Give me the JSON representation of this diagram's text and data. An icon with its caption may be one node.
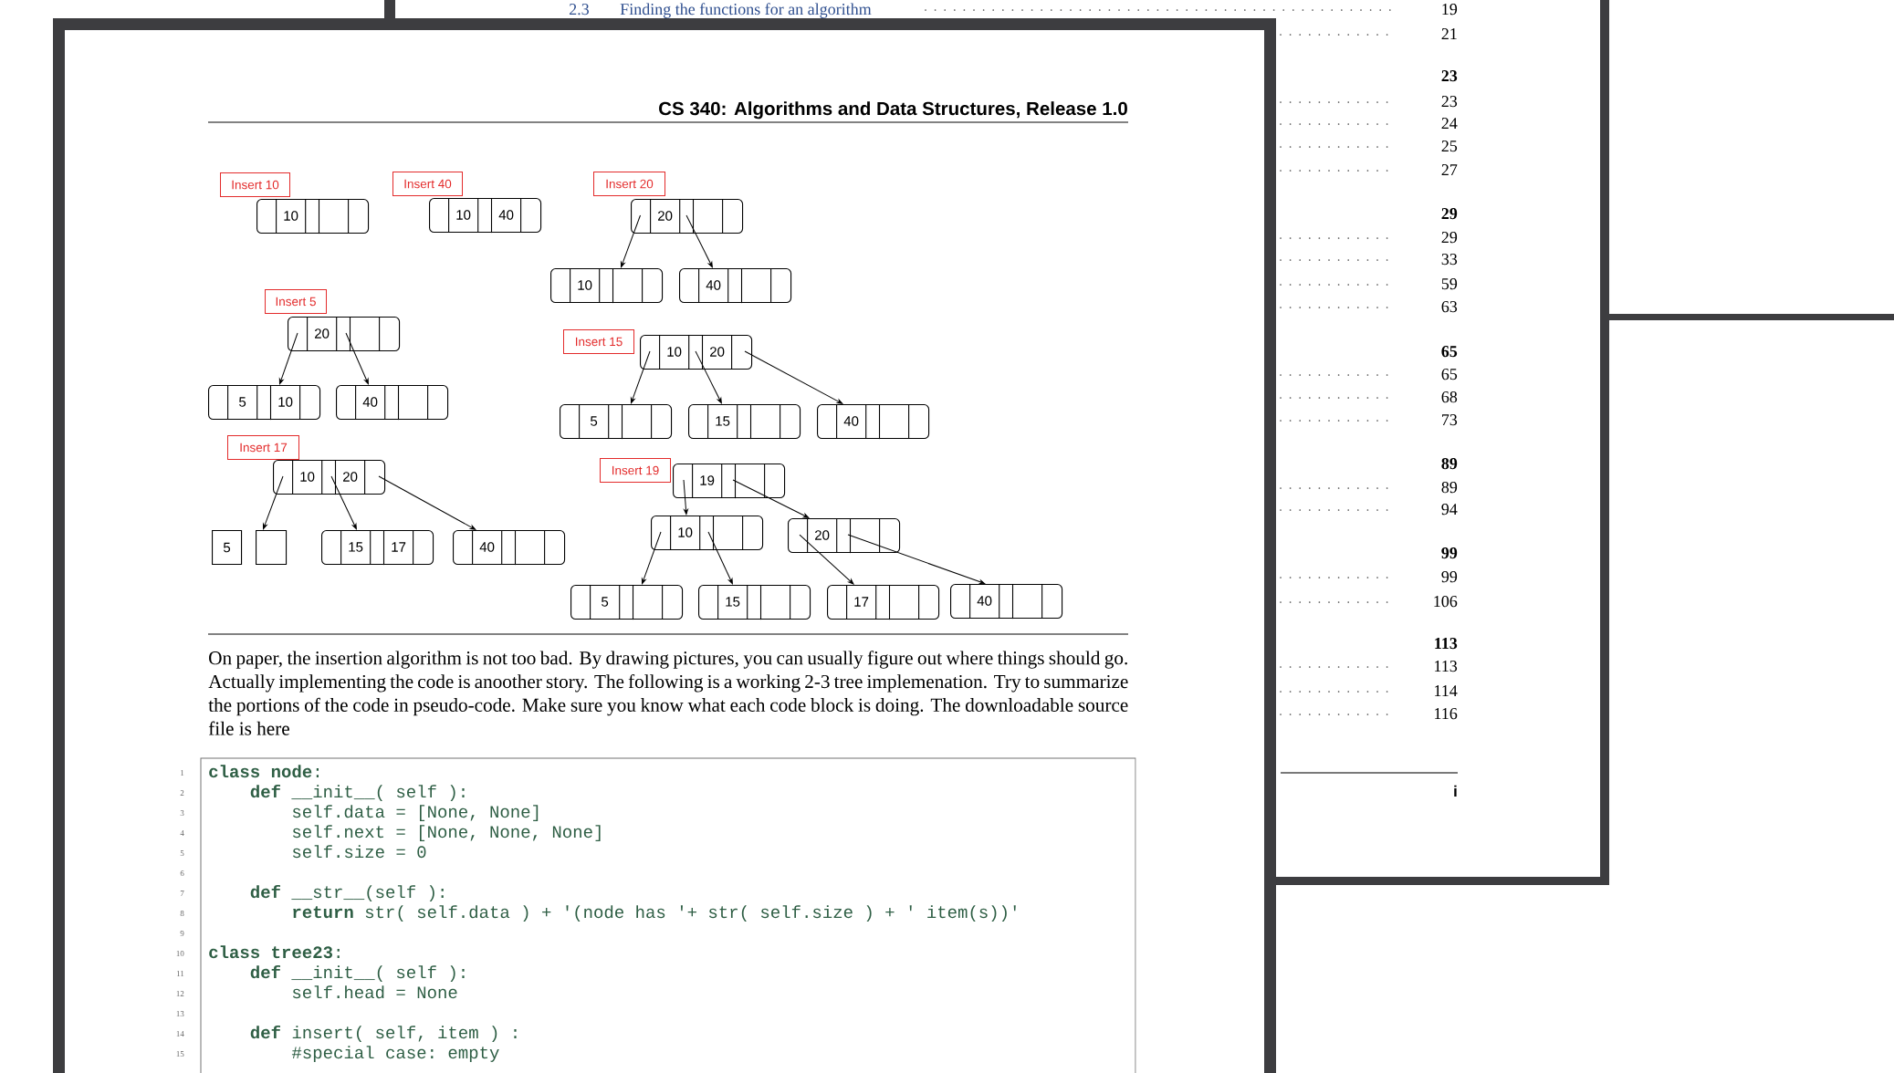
{
  "diagram": {
    "nodes": [
      {
        "text": [
          "Insert 10"
        ]
      },
      {
        "text": [
          "10"
        ]
      },
      {
        "text": [
          "Insert 40"
        ]
      },
      {
        "text": [
          "10",
          "40"
        ]
      },
      {
        "text": [
          "Insert 20"
        ]
      },
      {
        "text": [
          "20"
        ]
      },
      {
        "text": [
          "10"
        ]
      },
      {
        "text": [
          "40"
        ]
      },
      {
        "text": [
          "Insert 5"
        ]
      },
      {
        "text": [
          "20"
        ]
      },
      {
        "text": [
          "5",
          "10"
        ]
      },
      {
        "text": [
          "40"
        ]
      },
      {
        "text": [
          "Insert 15"
        ]
      },
      {
        "text": [
          "10",
          "20"
        ]
      },
      {
        "text": [
          "5"
        ]
      },
      {
        "text": [
          "15"
        ]
      },
      {
        "text": [
          "40"
        ]
      },
      {
        "text": [
          "Insert 17"
        ]
      },
      {
        "text": [
          "10",
          "20"
        ]
      },
      {
        "text": [
          "5"
        ]
      },
      {
        "text": [],
        "shape": "box"
      },
      {
        "text": [
          "15",
          "17"
        ]
      },
      {
        "text": [
          "40"
        ]
      },
      {
        "text": [
          "Insert 19"
        ]
      },
      {
        "text": [
          "19"
        ]
      },
      {
        "text": [
          "10"
        ]
      },
      {
        "text": [
          "20"
        ]
      },
      {
        "text": [
          "5"
        ]
      },
      {
        "text": [
          "15"
        ]
      },
      {
        "text": [
          "17"
        ]
      },
      {
        "text": [
          "40"
        ]
      }
    ],
    "edges": [
      {
        "from": 5,
        "to": 6,
        "arrow": "to"
      },
      {
        "from": 5,
        "to": 7,
        "arrow": "to"
      },
      {
        "from": 9,
        "to": 10,
        "arrow": "to"
      },
      {
        "from": 9,
        "to": 11,
        "arrow": "to"
      },
      {
        "from": 13,
        "to": 14,
        "arrow": "to"
      },
      {
        "from": 13,
        "to": 15,
        "arrow": "to"
      },
      {
        "from": 13,
        "to": 16,
        "arrow": "to"
      },
      {
        "from": 18,
        "to": 20,
        "arrow": "to"
      },
      {
        "from": 18,
        "to": 21,
        "arrow": "to"
      },
      {
        "from": 18,
        "to": 22,
        "arrow": "to"
      },
      {
        "from": 24,
        "to": 25,
        "arrow": "to"
      },
      {
        "from": 24,
        "to": 26,
        "arrow": "to"
      },
      {
        "from": 25,
        "to": 27,
        "arrow": "to"
      },
      {
        "from": 25,
        "to": 28,
        "arrow": "to"
      },
      {
        "from": 26,
        "to": 29,
        "arrow": "to"
      },
      {
        "from": 26,
        "to": 30,
        "arrow": "to"
      }
    ],
    "labels": [
      "2.3",
      "Finding the functions for an algorithm",
      "19",
      "21",
      "23",
      "23",
      "24",
      "25",
      "27",
      "29",
      "29",
      "33",
      "59",
      "63",
      "65",
      "65",
      "68",
      "73",
      "89",
      "89",
      "94",
      "99",
      "99",
      "106",
      "113",
      "113",
      "114",
      "116",
      "i",
      "CS 340: Algorithms and Data Structures, Release 1.0",
      "On paper, the insertion algorithm is not too bad. By drawing pictures, you can usually figure out where things should go. Actually implementing the code is anoother story. The following is a working 2-3 tree implemenation. Try to summarize the portions of the code in pseudo-code. Make sure you know what each code block is doing. The downloadable source file is here",
      "1",
      "**class node**:",
      "2",
      "**def** __init__( self ):",
      "3",
      "self.data = [None, None]",
      "4",
      "self.next = [None, None, None]",
      "5",
      "self.size = 0",
      "6",
      "7",
      "**def** __str__(self ):",
      "8",
      "**return** str( self.data ) + '(node has '+ str( self.size ) + ' item(s))'",
      "9",
      "10",
      "**class tree23**:",
      "11",
      "**def** __init__( self ):",
      "12",
      "self.head = None",
      "13",
      "14",
      "**def** insert( self, item ) :",
      "15",
      "#special case: empty"
    ]
  }
}
